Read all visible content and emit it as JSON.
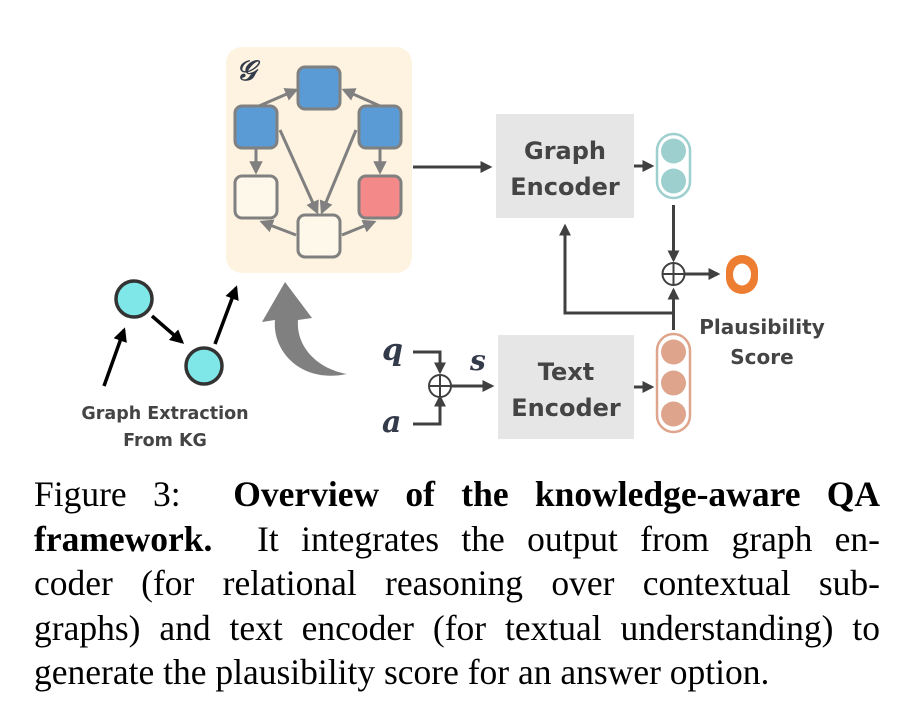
{
  "figure": {
    "graph_symbol": "𝒢",
    "graph_encoder": {
      "line1": "Graph",
      "line2": "Encoder"
    },
    "text_encoder": {
      "line1": "Text",
      "line2": "Encoder"
    },
    "inputs": {
      "q": "q",
      "a": "a",
      "s": "s"
    },
    "output": {
      "line1": "Plausibility",
      "line2": "Score"
    },
    "extraction": {
      "line1": "Graph Extraction",
      "line2": "From KG"
    },
    "colors": {
      "graph_panel": "#fdf3e0",
      "node_blue": "#5b9bd5",
      "node_red": "#f4898a",
      "node_empty": "#fef8ea",
      "node_border": "#808080",
      "encoder_box": "#e6e6e6",
      "graph_vector": "#9ecfcf",
      "text_vector": "#dea48c",
      "score": "#ed7d31",
      "kg_node": "#7fe7e7",
      "arrow_dark": "#404040",
      "curved_arrow": "#808080"
    }
  },
  "caption": {
    "label": "Figure 3:",
    "title_part1": "Overview of the knowledge-aware QA",
    "title_part2": "framework.",
    "line2_rest": "It integrates the output from graph en-",
    "line3": "coder (for relational reasoning over contextual sub-",
    "line4": "graphs) and text encoder (for textual understanding) to",
    "line5": "generate the plausibility score for an answer option."
  }
}
